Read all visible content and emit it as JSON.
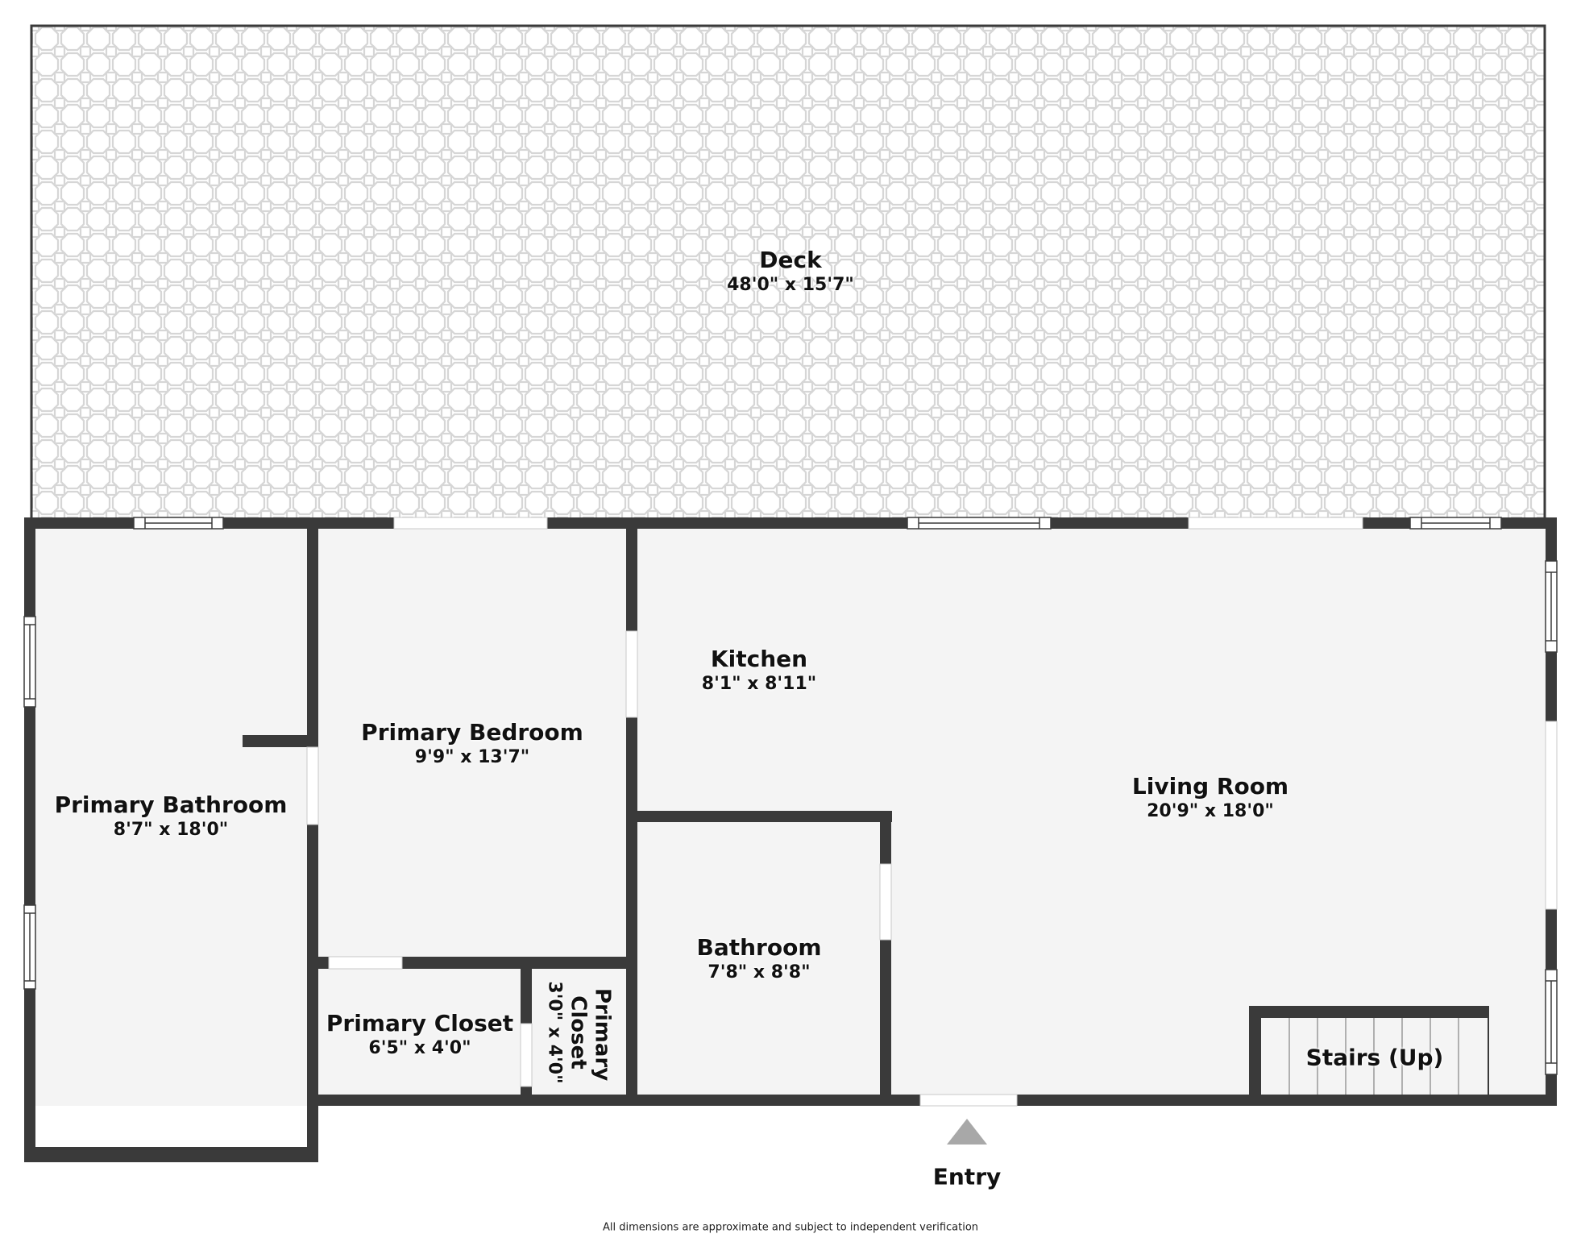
{
  "floorplan": {
    "colors": {
      "wall": "#3a3a3a",
      "floor": "#f4f4f4",
      "deck_line": "#d6d6d6",
      "opening": "#ffffff",
      "entry_marker": "#a8a8a8"
    },
    "rooms": [
      {
        "id": "deck",
        "name": "Deck",
        "dims": "48'0\" x 15'7\""
      },
      {
        "id": "primary-bathroom",
        "name": "Primary Bathroom",
        "dims": "8'7\" x 18'0\""
      },
      {
        "id": "primary-bedroom",
        "name": "Primary Bedroom",
        "dims": "9'9\" x 13'7\""
      },
      {
        "id": "kitchen",
        "name": "Kitchen",
        "dims": "8'1\" x 8'11\""
      },
      {
        "id": "living-room",
        "name": "Living Room",
        "dims": "20'9\" x 18'0\""
      },
      {
        "id": "bathroom",
        "name": "Bathroom",
        "dims": "7'8\" x 8'8\""
      },
      {
        "id": "primary-closet-1",
        "name": "Primary Closet",
        "dims": "6'5\" x 4'0\""
      },
      {
        "id": "primary-closet-2",
        "name": "Primary Closet",
        "dims": "3'0\" x 4'0\""
      },
      {
        "id": "stairs",
        "name": "Stairs (Up)",
        "dims": ""
      }
    ],
    "entry": {
      "label": "Entry"
    },
    "disclaimer": "All dimensions are approximate and subject to independent verification"
  }
}
